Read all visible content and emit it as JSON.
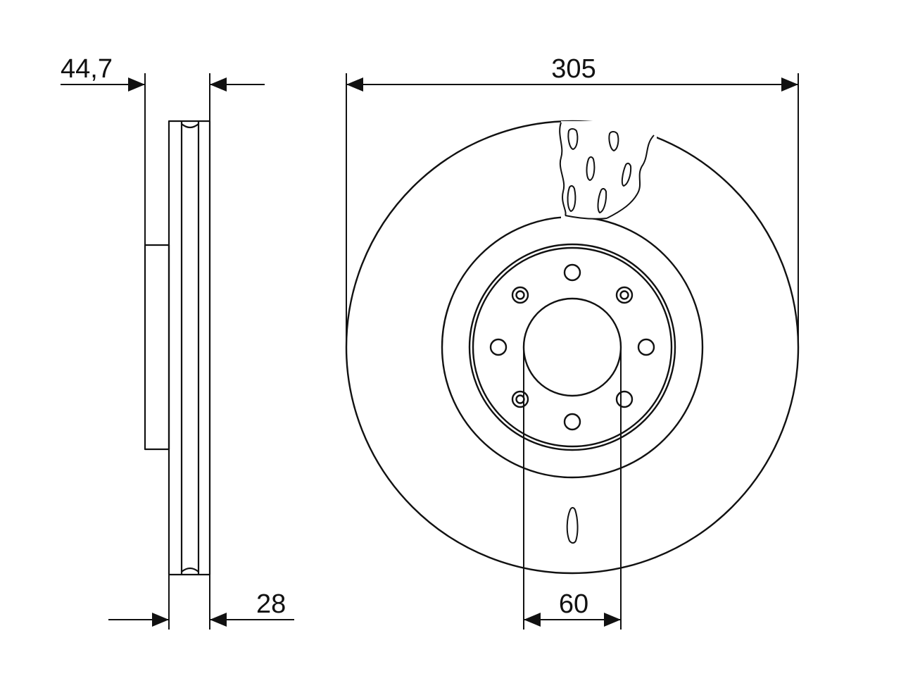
{
  "dimensions": {
    "offset": "44,7",
    "disc_diameter": "305",
    "disc_thickness": "28",
    "center_bore": "60"
  },
  "colors": {
    "stroke": "#111111",
    "background": "#ffffff"
  }
}
